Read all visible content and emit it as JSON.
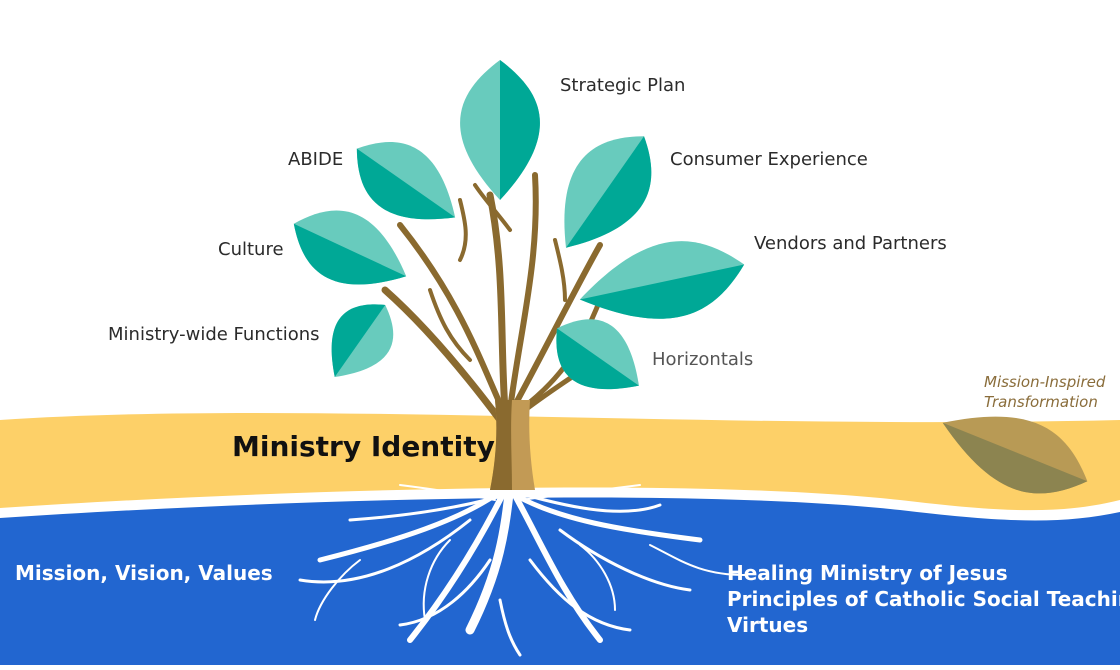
{
  "colors": {
    "soil": "#fdd068",
    "water": "#2266d0",
    "leaf_dark": "#00a896",
    "leaf_light": "#68cbbd",
    "trunk": "#8a6a2f",
    "trunk_light": "#c29a55",
    "roots": "#ffffff",
    "fallen_leaf": "#8c8450"
  },
  "leaves": {
    "strategic_plan": "Strategic Plan",
    "abide": "ABIDE",
    "consumer_experience": "Consumer Experience",
    "culture": "Culture",
    "vendors_partners": "Vendors and Partners",
    "ministry_wide_functions": "Ministry-wide Functions",
    "horizontals": "Horizontals"
  },
  "ground": {
    "ministry_identity": "Ministry Identity"
  },
  "fallen": {
    "line1": "Mission-Inspired",
    "line2": "Transformation"
  },
  "roots": {
    "left": "Mission, Vision, Values",
    "right": [
      "Healing Ministry of Jesus",
      "Principles of Catholic Social Teaching",
      "Virtues"
    ]
  }
}
